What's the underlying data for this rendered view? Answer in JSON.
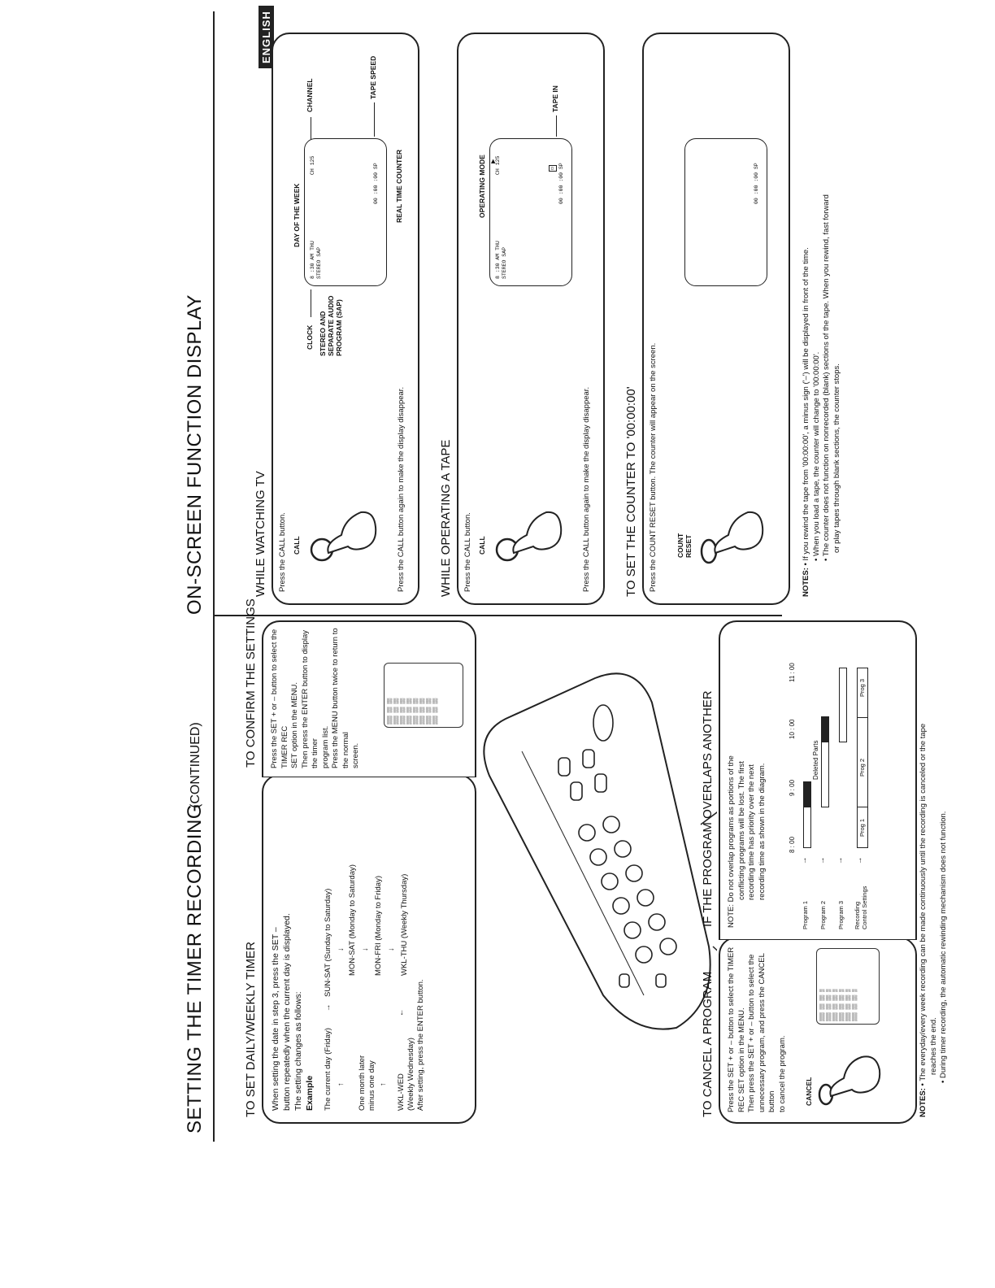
{
  "header": {
    "left_title": "SETTING THE TIMER RECORDING",
    "continued": "(CONTINUED)",
    "right_title": "ON-SCREEN FUNCTION DISPLAY",
    "language_badge": "ENGLISH"
  },
  "daily_weekly": {
    "title": "TO SET DAILY/WEEKLY TIMER",
    "intro": [
      "When setting the date in step 3, press the SET –",
      "button repeatedly when the current day is displayed.",
      "The setting changes as follows:"
    ],
    "example": "Example",
    "current_day": "The current day (Friday)",
    "sun_sat": "SUN-SAT (Sunday to Saturday)",
    "mon_sat": "MON-SAT (Monday to Saturday)",
    "one_month": "One month later",
    "minus_day": "minus one day",
    "mon_fri": "MON-FRI (Monday to Friday)",
    "wkl_wed": "WKL-WED",
    "wkl_wed_sub": "(Weekly Wednesday)",
    "wkl_thu": "WKL-THU (Weekly Thursday)",
    "after": "After setting, press the ENTER button."
  },
  "confirm": {
    "title": "TO CONFIRM THE SETTINGS",
    "lines": [
      "Press the SET + or – button to select the TIMER REC",
      "SET option in the MENU.",
      "Then press the ENTER button to display the timer",
      "program list.",
      "Press the MENU button twice to return to the normal",
      "screen."
    ]
  },
  "cancel": {
    "title": "TO CANCEL A PROGRAM",
    "lines": [
      "Press the SET + or – button to select the TIMER",
      "REC SET option in the MENU.",
      "Then press the SET + or – button to select the",
      "unnecessary program, and press the CANCEL button",
      "to cancel the program."
    ],
    "button_label": "CANCEL"
  },
  "overlap": {
    "title": "IF THE PROGRAM OVERLAPS ANOTHER",
    "note_lines": [
      "NOTE: Do not overlap programs as portions of the",
      "conflicting programs will be lost. The first",
      "recording time has priority over the next",
      "recording time as shown in the diagram."
    ],
    "rows": [
      "Program 1",
      "Program 2",
      "Program 3",
      "Recording",
      "Control Settings"
    ],
    "times": [
      "8 : 00",
      "9 : 00",
      "10 : 00",
      "11 : 00"
    ],
    "deleted": "Deleted Parts",
    "prog1": "Prog 1",
    "prog2": "Prog 2",
    "prog3": "Prog 3"
  },
  "bottom_notes": {
    "label": "NOTES:",
    "lines": [
      "• The everyday/every week recording can be made continuously until the recording is canceled or the tape",
      "reaches the end.",
      "• During timer recording, the automatic rewinding mechanism does not function."
    ]
  },
  "watching_tv": {
    "title": "WHILE WATCHING TV",
    "press": "Press the CALL button.",
    "call": "CALL",
    "again": "Press the CALL button again to make the display disappear.",
    "clock": "CLOCK",
    "stereo": [
      "STEREO AND",
      "SEPARATE AUDIO",
      "PROGRAM (SAP)"
    ],
    "day_of_week": "DAY OF THE WEEK",
    "channel": "CHANNEL",
    "tape_speed": "TAPE SPEED",
    "real_time": "REAL TIME COUNTER",
    "screen_time": "8 :30 AM THU",
    "screen_stereo": "STEREO SAP",
    "screen_ch": "CH 125",
    "screen_counter": "00 :00 :00 SP"
  },
  "operating_tape": {
    "title": "WHILE OPERATING A TAPE",
    "press": "Press the CALL button.",
    "call": "CALL",
    "again": "Press the CALL button again to make the display disappear.",
    "operating_mode": "OPERATING MODE",
    "tape_in": "TAPE IN",
    "screen_time": "8 :30 AM THU",
    "screen_stereo": "STEREO SAP",
    "screen_ch": "CH 125",
    "screen_counter": "00 :00 :00 SP"
  },
  "counter": {
    "title": "TO SET THE COUNTER TO '00:00:00'",
    "press": "Press the COUNT RESET button. The counter will appear on the screen.",
    "count_reset": [
      "COUNT",
      "RESET"
    ],
    "screen_counter": "00 :00 :00 SP"
  },
  "right_notes": {
    "label": "NOTES:",
    "lines": [
      "• If you rewind the tape from '00:00:00', a minus sign ('–') will be displayed in front of the time.",
      "• When you load a tape, the counter will change to '00:00:00'.",
      "• The counter does not function on nonrecorded (blank) sections of the tape. When you rewind, fast forward",
      "or play tapes through blank sections, the counter stops."
    ]
  }
}
